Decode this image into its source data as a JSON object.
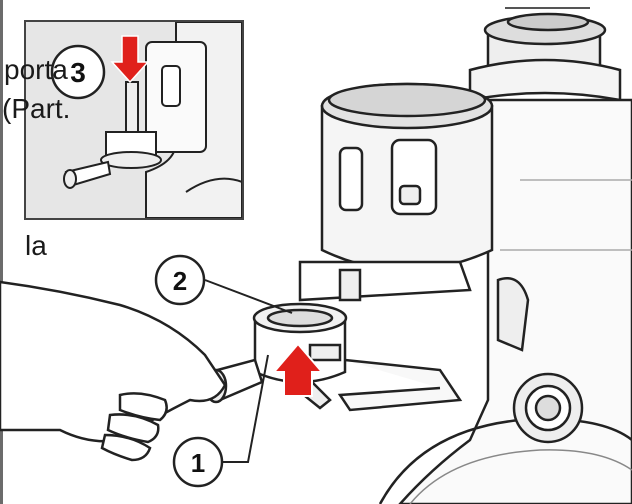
{
  "text_fragments": {
    "porta": "porta",
    "part": "(Part.",
    "la": "la"
  },
  "callouts": {
    "inset_number": "3",
    "num_1": "1",
    "num_2": "2"
  },
  "colors": {
    "arrow_red": "#e0201b",
    "line_dark": "#222222",
    "inset_bg": "#e6e6e6"
  },
  "icons": {
    "down_arrow": "down-arrow-icon",
    "up_arrow": "up-arrow-icon"
  }
}
